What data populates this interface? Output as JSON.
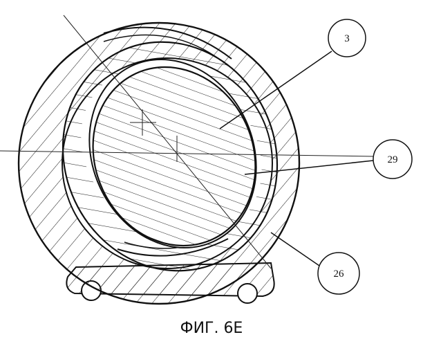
{
  "figure": {
    "caption": "ФИГ. 6E",
    "callouts": [
      {
        "id": "3",
        "label": "3"
      },
      {
        "id": "29",
        "label": "29"
      },
      {
        "id": "26",
        "label": "26"
      }
    ]
  }
}
